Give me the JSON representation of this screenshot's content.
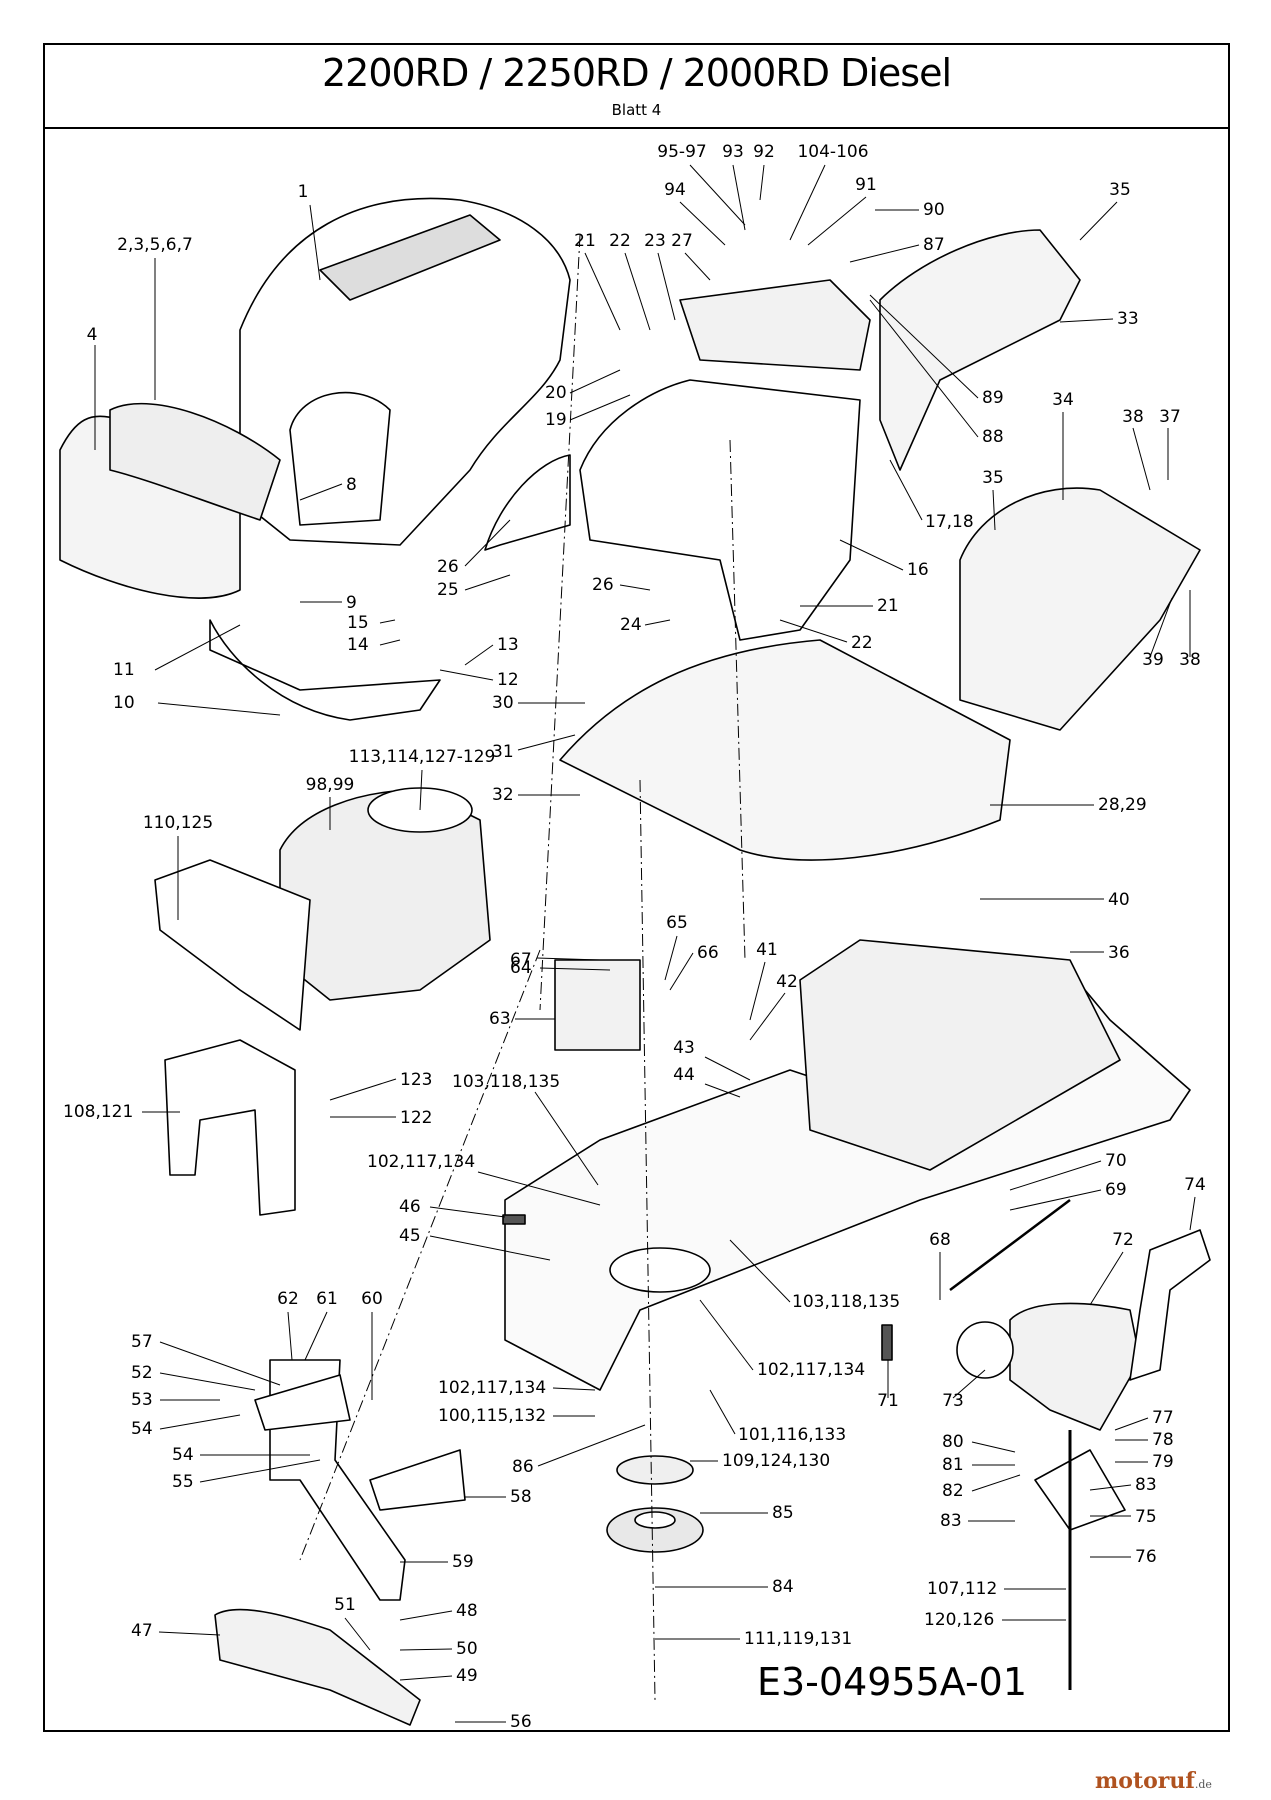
{
  "title": "2200RD /  2250RD /  2000RD Diesel",
  "subtitle": "Blatt 4",
  "drawing_code": "E3-04955A-01",
  "watermark": {
    "name": "motoruf",
    "suffix": ".de"
  },
  "callouts": [
    "1",
    "2,3,5,6,7",
    "4",
    "8",
    "9",
    "10",
    "11",
    "12",
    "13",
    "14",
    "15",
    "16",
    "17,18",
    "19",
    "20",
    "21",
    "22",
    "23",
    "27",
    "24",
    "25",
    "26",
    "28,29",
    "30",
    "31",
    "32",
    "33",
    "34",
    "35",
    "36",
    "37",
    "38",
    "39",
    "40",
    "41",
    "42",
    "43",
    "44",
    "45",
    "46",
    "47",
    "48",
    "49",
    "50",
    "51",
    "52",
    "53",
    "54",
    "55",
    "56",
    "57",
    "58",
    "59",
    "60",
    "61",
    "62",
    "63",
    "64",
    "65",
    "66",
    "67",
    "68",
    "69",
    "70",
    "71",
    "72",
    "73",
    "74",
    "75",
    "76",
    "77",
    "78",
    "79",
    "80",
    "81",
    "82",
    "83",
    "84",
    "85",
    "86",
    "87",
    "88",
    "89",
    "90",
    "91",
    "92",
    "93",
    "94",
    "95-97",
    "98,99",
    "100,115,132",
    "101,116,133",
    "102,117,134",
    "103,118,135",
    "104-106",
    "107,112",
    "108,121",
    "109,124,130",
    "110,125",
    "111,119,131",
    "113,114,127-129",
    "120,126",
    "122",
    "123"
  ]
}
